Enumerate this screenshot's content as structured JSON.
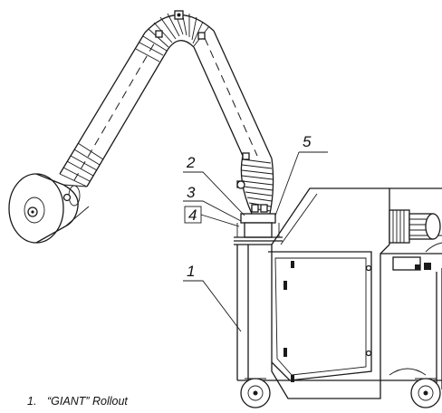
{
  "callouts": {
    "c1": "1",
    "c2": "2",
    "c3": "3",
    "c4": "4",
    "c5": "5"
  },
  "caption": {
    "number": "1.",
    "text": "“GIANT” Rollout"
  },
  "colors": {
    "line": "#1a1a1a",
    "background": "#ffffff"
  }
}
